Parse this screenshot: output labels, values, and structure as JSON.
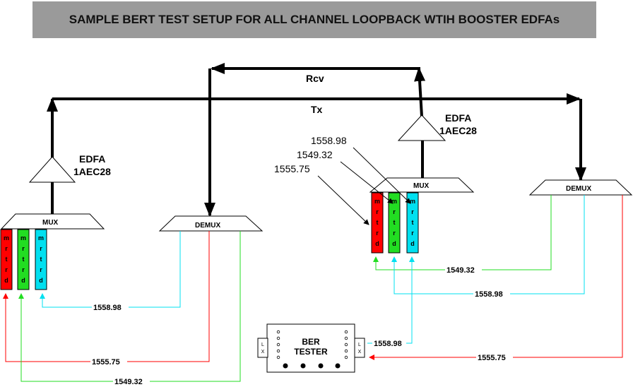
{
  "title": "SAMPLE BERT TEST SETUP FOR ALL CHANNEL LOOPBACK WTIH BOOSTER EDFAs",
  "buses": {
    "rcv": "Rcv",
    "tx": "Tx"
  },
  "left": {
    "edfa": {
      "line1": "EDFA",
      "line2": "1AEC28"
    },
    "mux": "MUX",
    "demux": "DEMUX",
    "cards": [
      "m\nr\nt\nr\nd",
      "m\nr\nt\nr\nd",
      "m\nr\nt\nr\nd"
    ],
    "fibers": {
      "cyan": "1558.98",
      "red": "1555.75",
      "green": "1549.32"
    }
  },
  "right": {
    "edfa": {
      "line1": "EDFA",
      "line2": "1AEC28"
    },
    "mux": "MUX",
    "demux": "DEMUX",
    "wavelengths": [
      "1558.98",
      "1549.32",
      "1555.75"
    ],
    "fibers": {
      "green": "1549.32",
      "cyan": "1558.98",
      "ber_cyan": "1558.98",
      "red": "1555.75"
    }
  },
  "ber": {
    "line1": "BER",
    "line2": "TESTER",
    "port_left": "L\nX",
    "port_right": "L\nX"
  },
  "colors": {
    "red": "#ff0000",
    "green": "#22dd22",
    "cyan": "#00e0f0",
    "title_bg": "#9a9a9a"
  }
}
